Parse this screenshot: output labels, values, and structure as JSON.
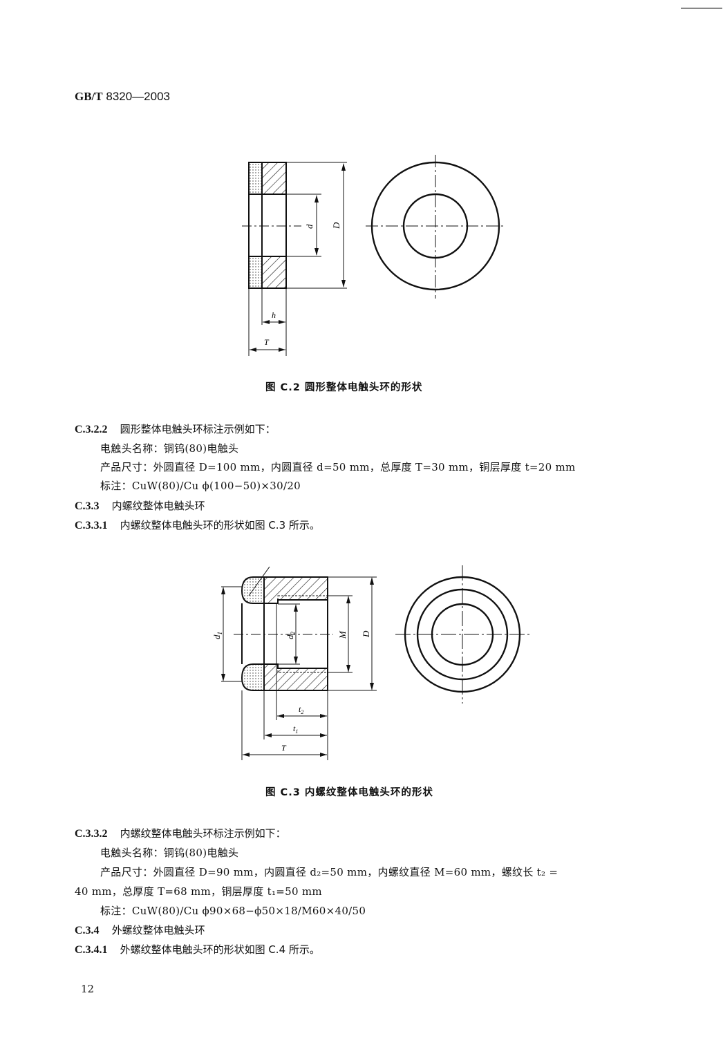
{
  "header": {
    "standard_code_prefix": "GB/T",
    "standard_code": "8320—2003"
  },
  "figure_c2": {
    "caption": "图 C.2   圆形整体电触头环的形状",
    "labels": {
      "outer_diameter": "D",
      "inner_diameter": "d",
      "copper_thickness": "h",
      "total_thickness": "T"
    }
  },
  "section_c322": {
    "number": "C.3.2.2",
    "title": "圆形整体电触头环标注示例如下：",
    "name_line": "电触头名称：铜钨(80)电触头",
    "size_line": "产品尺寸：外圆直径 D=100 mm，内圆直径 d=50 mm，总厚度 T=30 mm，铜层厚度 t=20 mm",
    "mark_line": "标注：CuW(80)/Cu ϕ(100−50)×30/20"
  },
  "section_c33": {
    "number": "C.3.3",
    "title": "内螺纹整体电触头环"
  },
  "section_c331": {
    "number": "C.3.3.1",
    "text": "内螺纹整体电触头环的形状如图 C.3 所示。"
  },
  "figure_c3": {
    "caption": "图 C.3   内螺纹整体电触头环的形状",
    "labels": {
      "d1": "d",
      "d1_sub": "1",
      "d2": "d",
      "d2_sub": "2",
      "thread": "M",
      "outer_diameter": "D",
      "t2": "t",
      "t2_sub": "2",
      "t1": "t",
      "t1_sub": "1",
      "total_thickness": "T"
    }
  },
  "section_c332": {
    "number": "C.3.3.2",
    "title": "内螺纹整体电触头环标注示例如下：",
    "name_line": "电触头名称：铜钨(80)电触头",
    "size_line_1": "产品尺寸：外圆直径 D=90 mm，内圆直径 d₂=50 mm，内螺纹直径 M=60 mm，螺纹长 t₂ =",
    "size_line_2": "40 mm，总厚度 T=68 mm，铜层厚度 t₁=50 mm",
    "mark_line": "标注：CuW(80)/Cu ϕ90×68−ϕ50×18/M60×40/50"
  },
  "section_c34": {
    "number": "C.3.4",
    "title": "外螺纹整体电触头环"
  },
  "section_c341": {
    "number": "C.3.4.1",
    "text": "外螺纹整体电触头环的形状如图 C.4 所示。"
  },
  "footer": {
    "page_number": "12"
  }
}
